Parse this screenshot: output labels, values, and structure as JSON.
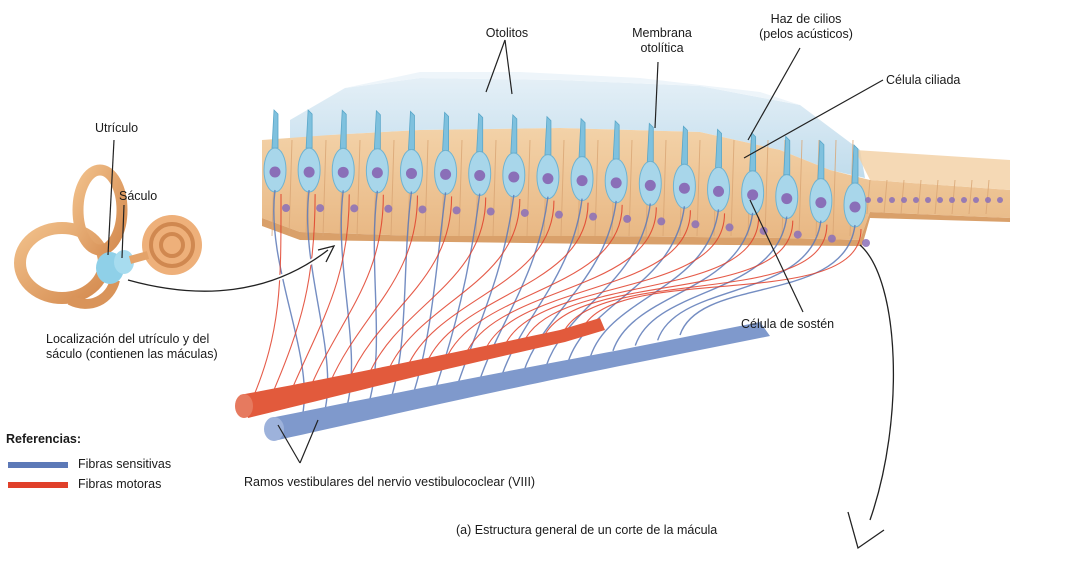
{
  "labels": {
    "otolitos": "Otolitos",
    "membrana": "Membrana\notolítica",
    "haz": "Haz de cilios\n(pelos acústicos)",
    "celula_ciliada": "Célula ciliada",
    "utriculo": "Utrículo",
    "saculo": "Sáculo",
    "localizacion": "Localización del utrículo y del\nsáculo (contienen las máculas)",
    "celula_sosten": "Célula de sostén",
    "ramos": "Ramos vestibulares del nervio vestibulococlear (VIII)",
    "caption": "(a) Estructura general de un corte de la mácula"
  },
  "legend": {
    "title": "Referencias:",
    "items": [
      {
        "label": "Fibras sensitivas",
        "color": "#5c79b7"
      },
      {
        "label": "Fibras motoras",
        "color": "#e0402a"
      }
    ]
  },
  "colors": {
    "epithelium": "#f0c896",
    "membrane": "#cfe3f0",
    "hair_cell": "#a8d6ea",
    "nucleus": "#8a6fb8",
    "sensory": "#5c79b7",
    "motor": "#e0402a",
    "inner_ear": "#e7a86a"
  }
}
